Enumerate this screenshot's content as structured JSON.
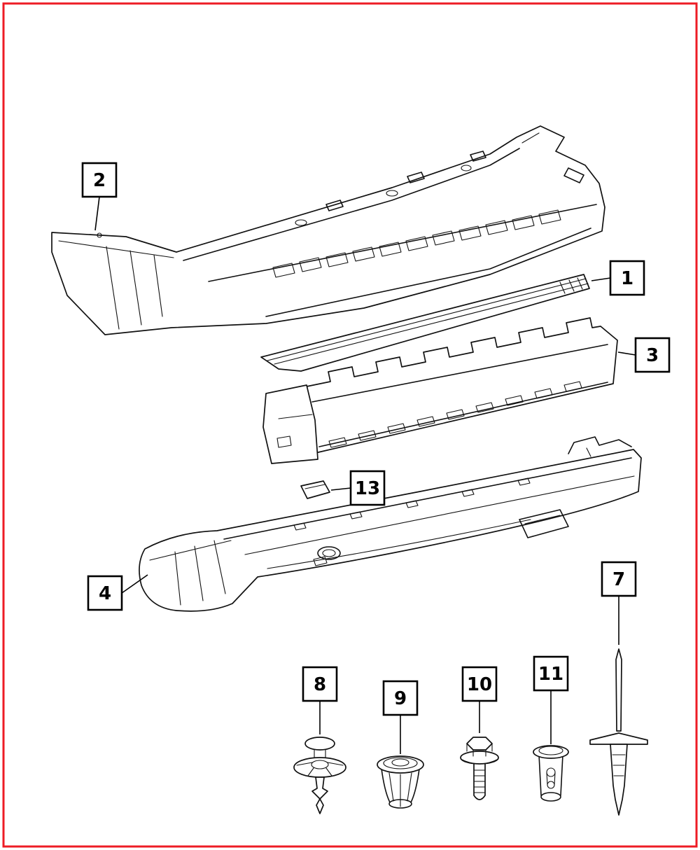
{
  "page": {
    "background_color": "#ffffff",
    "frame_color": "#ee1c25",
    "line_color": "#111111"
  },
  "callouts": {
    "1": {
      "label": "1"
    },
    "2": {
      "label": "2"
    },
    "3": {
      "label": "3"
    },
    "4": {
      "label": "4"
    },
    "7": {
      "label": "7"
    },
    "8": {
      "label": "8"
    },
    "9": {
      "label": "9"
    },
    "10": {
      "label": "10"
    },
    "11": {
      "label": "11"
    },
    "13": {
      "label": "13"
    }
  }
}
